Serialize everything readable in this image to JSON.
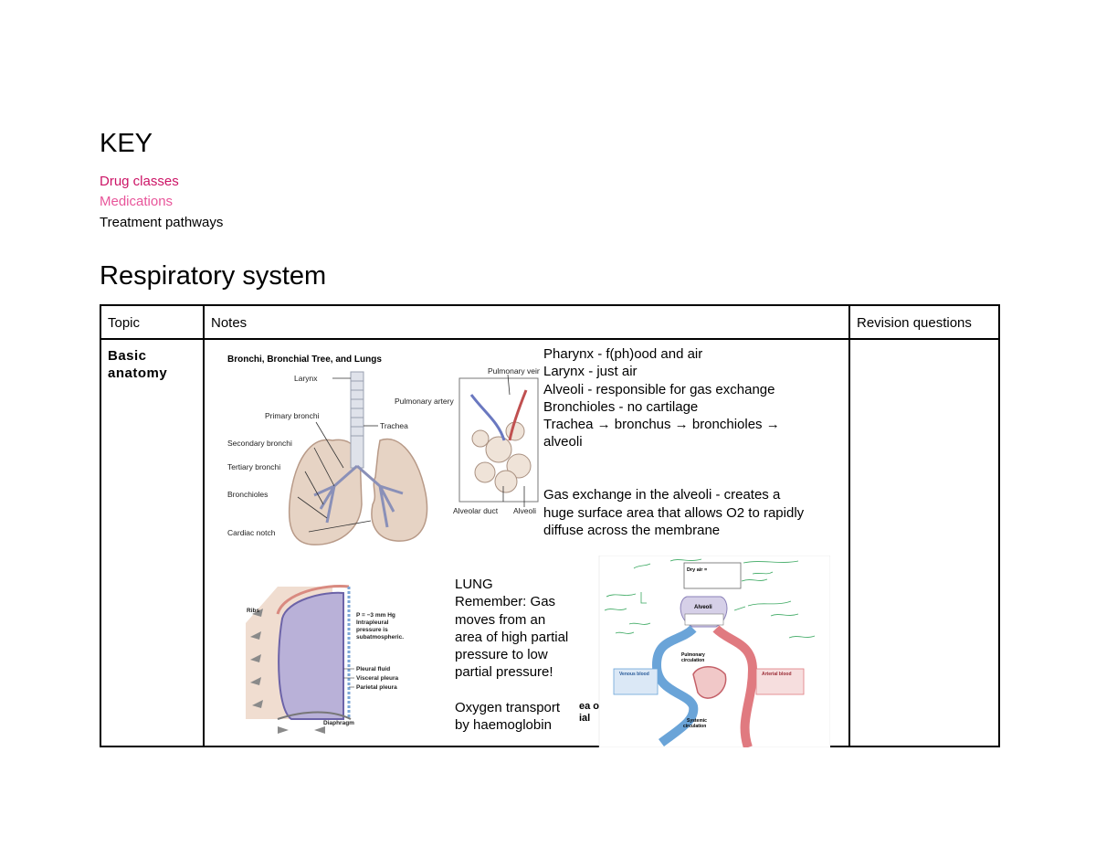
{
  "key": {
    "title": "KEY",
    "items": [
      {
        "label": "Drug classes",
        "color": "#cc1466"
      },
      {
        "label": "Medications",
        "color": "#e8559a"
      },
      {
        "label": "Treatment pathways",
        "color": "#000000"
      }
    ]
  },
  "section": {
    "title": "Respiratory system"
  },
  "table": {
    "headers": {
      "topic": "Topic",
      "notes": "Notes",
      "revision": "Revision questions"
    },
    "rows": [
      {
        "topic": [
          "Basic",
          "anatomy"
        ],
        "figure1": {
          "title": "Bronchi, Bronchial Tree, and Lungs",
          "labels": {
            "larynx": "Larynx",
            "primary": "Primary bronchi",
            "secondary": "Secondary bronchi",
            "tertiary": "Tertiary bronchi",
            "bronchioles": "Bronchioles",
            "cardiac": "Cardiac notch",
            "trachea": "Trachea",
            "pulm_vein": "Pulmonary vein",
            "pulm_artery": "Pulmonary artery",
            "alv_duct": "Alveolar duct",
            "alveoli": "Alveoli"
          }
        },
        "notes_top": [
          "Pharynx - f(ph)ood and air",
          "Larynx - just air",
          "Alveoli - responsible for gas exchange",
          "Bronchioles - no cartilage",
          "Trachea → bronchus → bronchioles →",
          "alveoli",
          "",
          "",
          "Gas exchange in the alveoli - creates a",
          "huge surface area that allows O2 to rapidly",
          "diffuse across the membrane"
        ],
        "figure2": {
          "labels": {
            "ribs": "Ribs",
            "p1": "P = −3 mm Hg",
            "p2": "Intrapleural",
            "p3": "pressure is",
            "p4": "subatmospheric.",
            "pleural_fluid": "Pleural fluid",
            "visceral": "Visceral pleura",
            "parietal": "Parietal pleura",
            "diaphragm": "Diaphragm"
          }
        },
        "notes_lung": [
          "LUNG",
          "Remember: Gas",
          "moves from an",
          "area of high partial",
          "pressure to low",
          "partial pressure!",
          "",
          "Oxygen transport",
          "by haemoglobin"
        ],
        "figure3": {
          "fragment": [
            "ea of",
            "ial"
          ],
          "labels": {
            "dry_air": "Dry air =",
            "alveoli": "Alveoli",
            "pulm_circ1": "Pulmonary",
            "pulm_circ2": "circulation",
            "venous": "Venous blood",
            "arterial": "Arterial blood",
            "systemic1": "Systemic",
            "systemic2": "circulation"
          },
          "annotation_color": "#3aa860"
        },
        "revision": ""
      }
    ]
  }
}
